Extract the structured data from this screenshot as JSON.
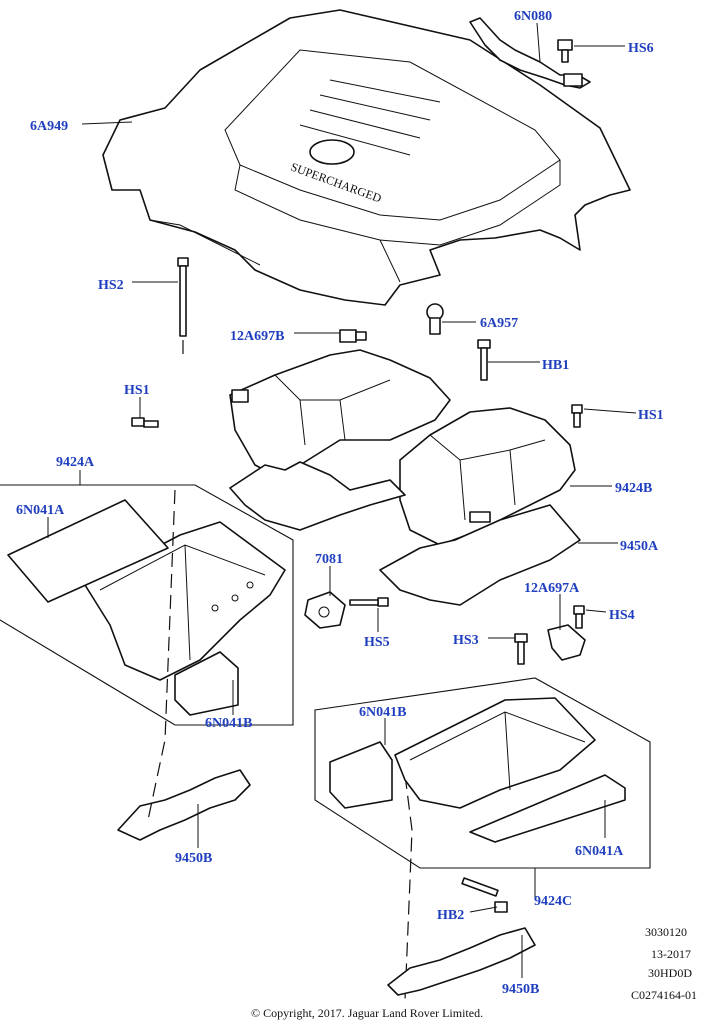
{
  "callouts": {
    "c6n080": "6N080",
    "hs6": "HS6",
    "c6a949": "6A949",
    "hs2": "HS2",
    "c12a697b": "12A697B",
    "c6a957": "6A957",
    "hb1": "HB1",
    "hs1_left": "HS1",
    "hs1_right": "HS1",
    "c9424a": "9424A",
    "c6n041a_top": "6N041A",
    "c9424b": "9424B",
    "c9450a": "9450A",
    "c7081": "7081",
    "c12a697a": "12A697A",
    "hs4": "HS4",
    "hs5": "HS5",
    "hs3": "HS3",
    "c6n041b_left": "6N041B",
    "c6n041b_right": "6N041B",
    "c6n041a_bottom": "6N041A",
    "c9450b_left": "9450B",
    "c9424c": "9424C",
    "hb2": "HB2",
    "c9450b_bottom": "9450B"
  },
  "meta": {
    "line1": "3030120",
    "line2": "13-2017",
    "line3": "30HD0D",
    "line4": "C0274164-01"
  },
  "copyright": "© Copyright, 2017. Jaguar Land Rover Limited.",
  "cover_text": "SUPERCHARGED",
  "colors": {
    "callout": "#1f3fbf",
    "line": "#111111"
  }
}
